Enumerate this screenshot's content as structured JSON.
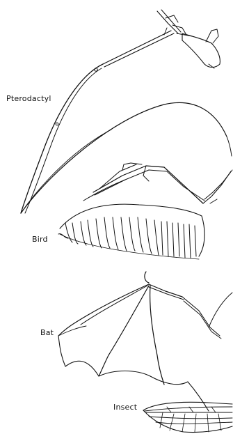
{
  "labels": {
    "pterodactyl": "Pterodactyl",
    "bird": "Bird",
    "bat": "Bat",
    "insect": "Insect"
  },
  "colors": {
    "line": "#111111",
    "background": "#ffffff"
  }
}
